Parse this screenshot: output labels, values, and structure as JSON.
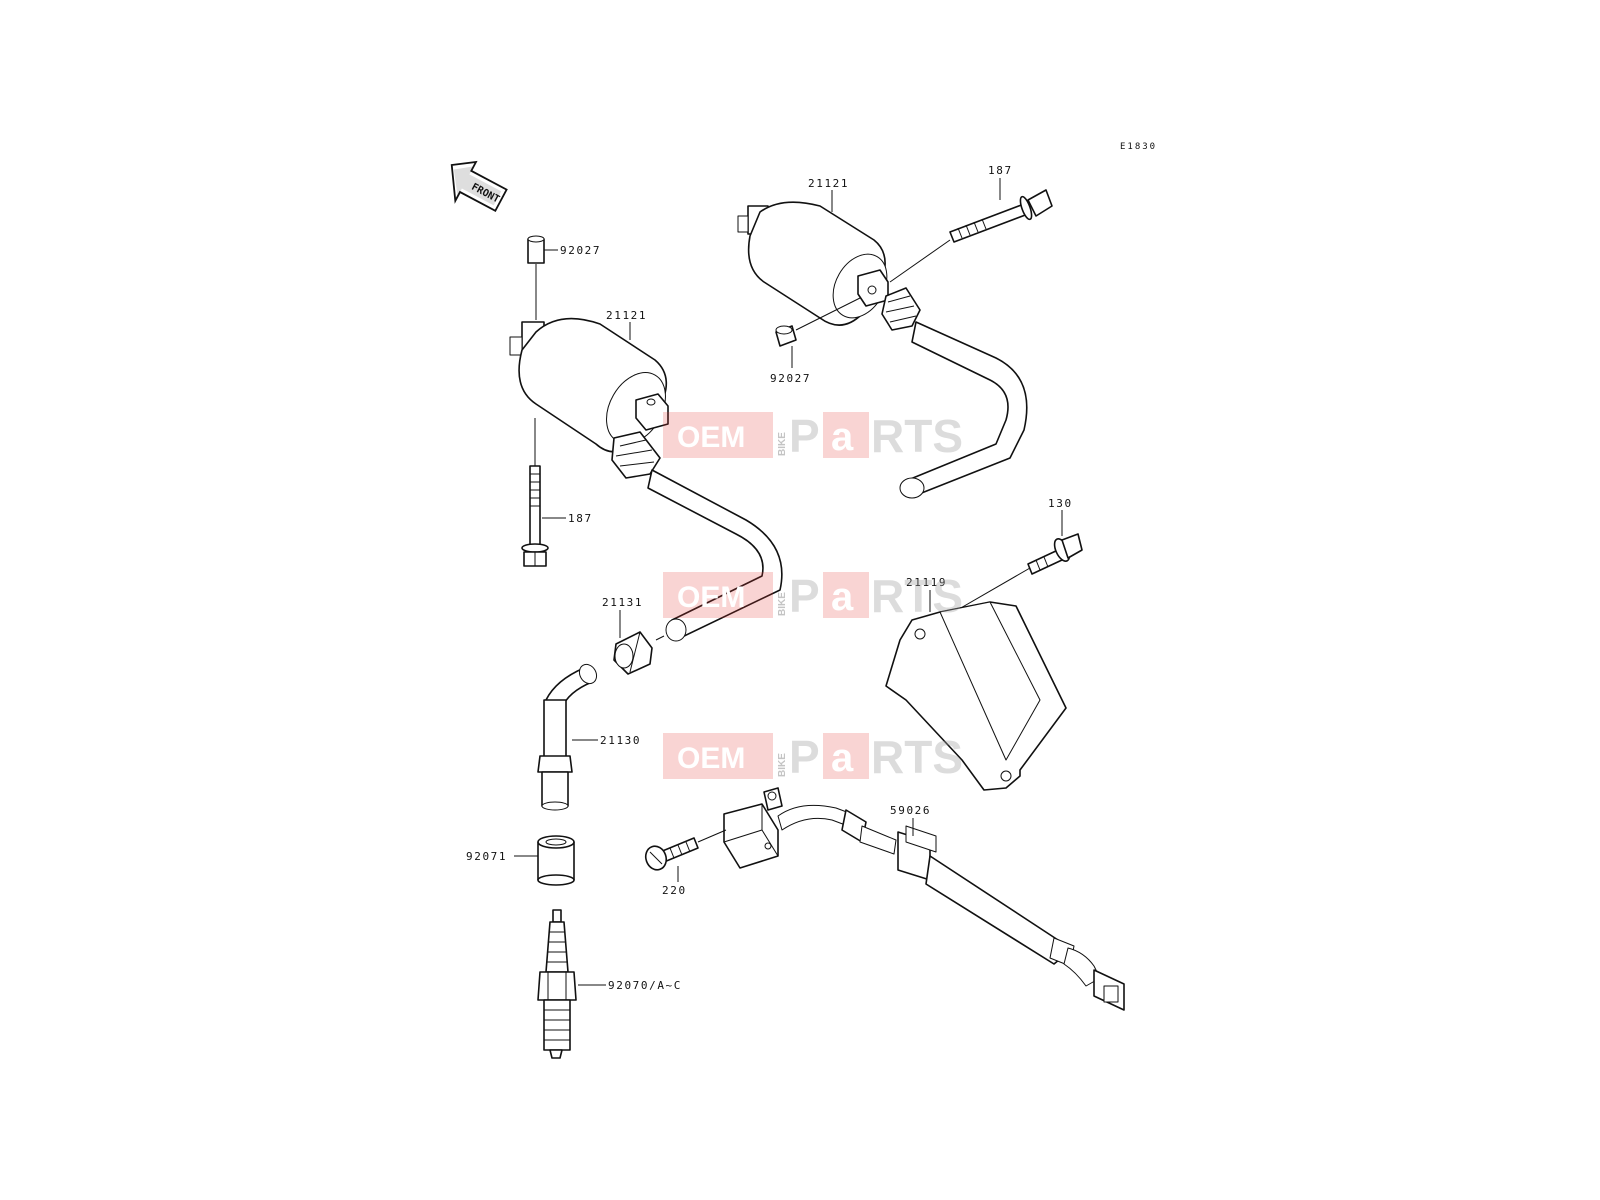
{
  "diagram": {
    "code": "E1830",
    "front_label": "FRONT",
    "labels": {
      "coil_front": "21121",
      "bolt_front": "187",
      "collar_front": "92027",
      "coil_rear": "21121",
      "collar_rear": "92027",
      "bolt_rear": "187",
      "cap_nut": "21131",
      "plug_cap": "21130",
      "seal": "92071",
      "spark_plug": "92070/A~C",
      "bolt_igniter": "130",
      "igniter": "21119",
      "pickup": "59026",
      "screw": "220"
    },
    "watermark": {
      "oem": "OEM",
      "bike": "BIKE",
      "p": "P",
      "a": "a",
      "rts": "RTS"
    },
    "colors": {
      "line": "#111111",
      "watermark_red": "#e53935",
      "watermark_grey": "#9e9e9e"
    }
  }
}
